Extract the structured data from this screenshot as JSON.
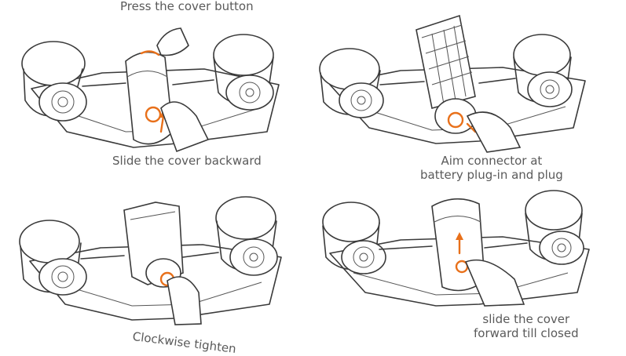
{
  "accent_color": "#e8701a",
  "line_color": "#3a3a3a",
  "steps": [
    {
      "caption_lines": [
        "Press the cover button"
      ]
    },
    {
      "caption_lines": [
        "Slide the cover backward"
      ]
    },
    {
      "caption_lines": [
        "Aim connector at",
        "battery plug-in and plug"
      ]
    },
    {
      "caption_lines": [
        "Clockwise tighten"
      ]
    },
    {
      "caption_lines": [
        "slide the cover",
        "forward till closed"
      ]
    }
  ]
}
